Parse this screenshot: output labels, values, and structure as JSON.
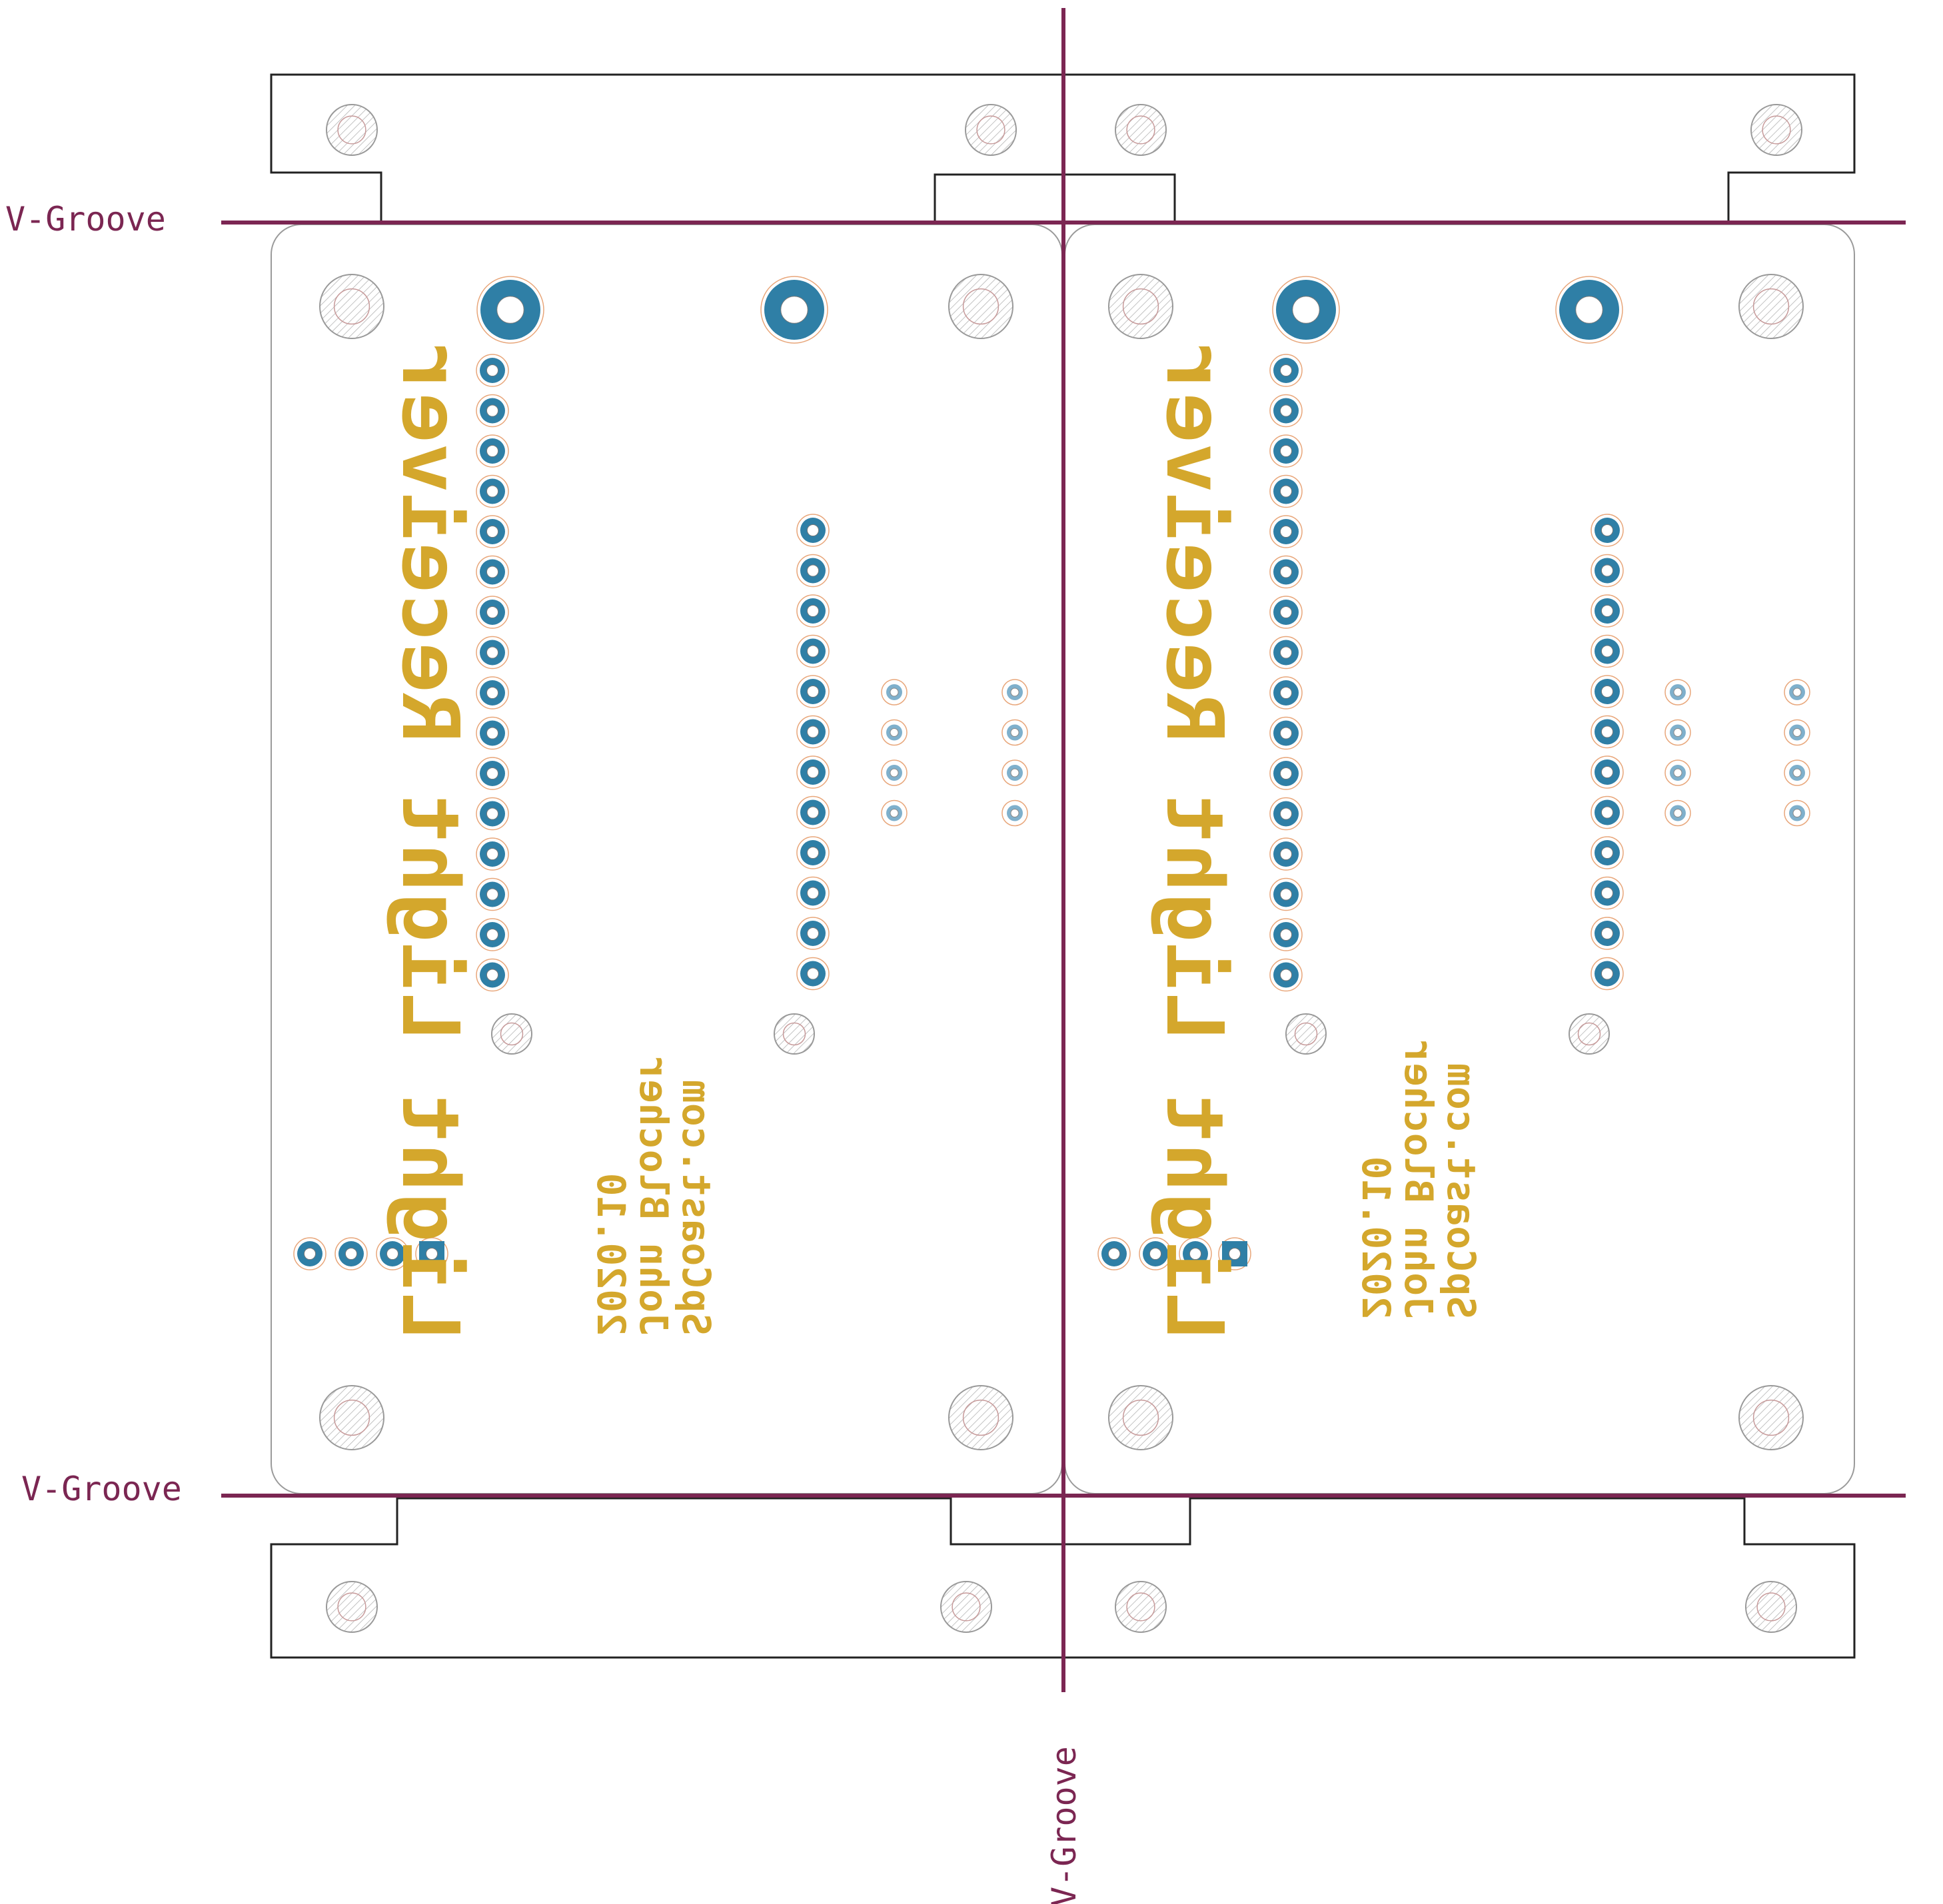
{
  "labels": {
    "vgroove_top": "V-Groove",
    "vgroove_bottom": "V-Groove",
    "vgroove_vertical": "V-Groove"
  },
  "colors": {
    "outline": "#222222",
    "groove": "#7b2652",
    "pad": "#2f7fa6",
    "silk": "#d4a72c",
    "hole": "#999999"
  },
  "boards": [
    {
      "title": "Light Light Receiver",
      "line1": "2020.10",
      "line2": "John Blocher",
      "line3": "SpCoast.com"
    },
    {
      "title": "Light Light Receiver",
      "line1": "2020.10",
      "line2": "John Blocher",
      "line3": "SpCoast.com"
    }
  ]
}
